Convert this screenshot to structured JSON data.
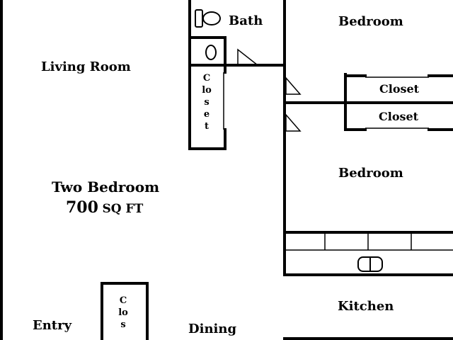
{
  "plan": {
    "summary": {
      "type": "Two Bedroom",
      "size_number": "700",
      "size_unit": "SQ FT"
    },
    "rooms": {
      "bath": "Bath",
      "bedroom_top": "Bedroom",
      "bedroom_bottom": "Bedroom",
      "living_room": "Living Room",
      "closet_upper": "Closet",
      "closet_lower": "Closet",
      "closet_hall": "Closet",
      "closet_entry": "Clos",
      "kitchen": "Kitchen",
      "entry": "Entry",
      "dining": "Dining"
    }
  }
}
